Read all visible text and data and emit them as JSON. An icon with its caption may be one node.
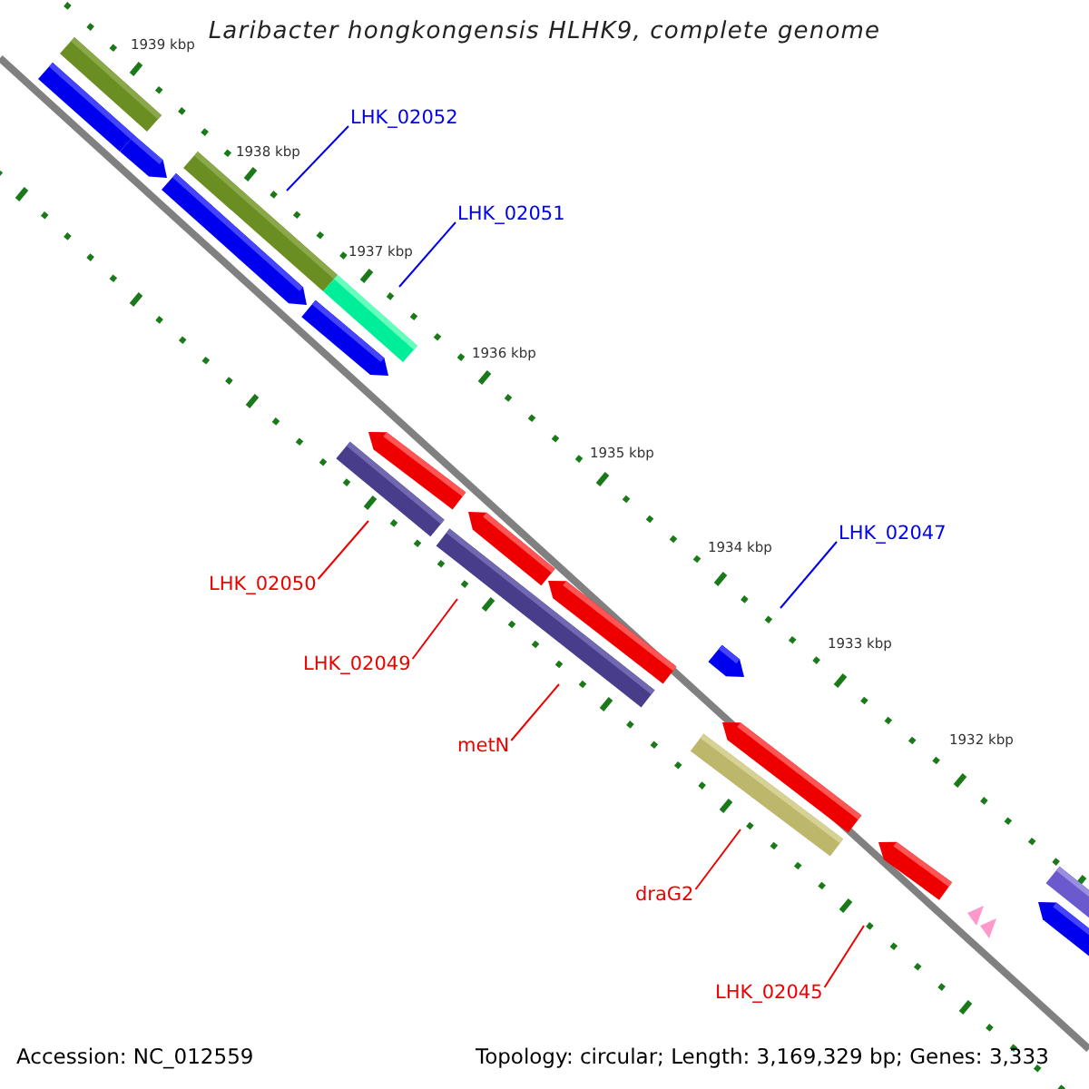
{
  "diagram": {
    "title": "Laribacter hongkongensis HLHK9, complete genome",
    "nodes": [
      {
        "text": [
          "LHK_02052"
        ]
      },
      {
        "text": [
          "LHK_02051"
        ]
      },
      {
        "text": [
          "LHK_02047"
        ]
      },
      {
        "text": [
          "LHK_02050"
        ]
      },
      {
        "text": [
          "LHK_02049"
        ]
      },
      {
        "text": [
          "metN"
        ]
      },
      {
        "text": [
          "draG2"
        ]
      },
      {
        "text": [
          "LHK_02045"
        ]
      }
    ],
    "edges": [
      {
        "from": 0,
        "to": null,
        "arrow": "none",
        "color": "#0000ee"
      },
      {
        "from": 1,
        "to": null,
        "arrow": "none",
        "color": "#0000ee"
      },
      {
        "from": 2,
        "to": null,
        "arrow": "none",
        "color": "#0000ee"
      },
      {
        "from": 3,
        "to": null,
        "arrow": "none"
      },
      {
        "from": 4,
        "to": null,
        "arrow": "none"
      },
      {
        "from": 5,
        "to": null,
        "arrow": "none"
      },
      {
        "from": 6,
        "to": null,
        "arrow": "none"
      },
      {
        "from": 7,
        "to": null,
        "arrow": "none"
      }
    ],
    "labels": [
      "1939 kbp",
      "1938 kbp",
      "1937 kbp",
      "1936 kbp",
      "1935 kbp",
      "1934 kbp",
      "1933 kbp",
      "1932 kbp",
      "Accession: NC_012559",
      "Topology: circular; Length: 3,169,329 bp; Genes: 3,333"
    ]
  }
}
